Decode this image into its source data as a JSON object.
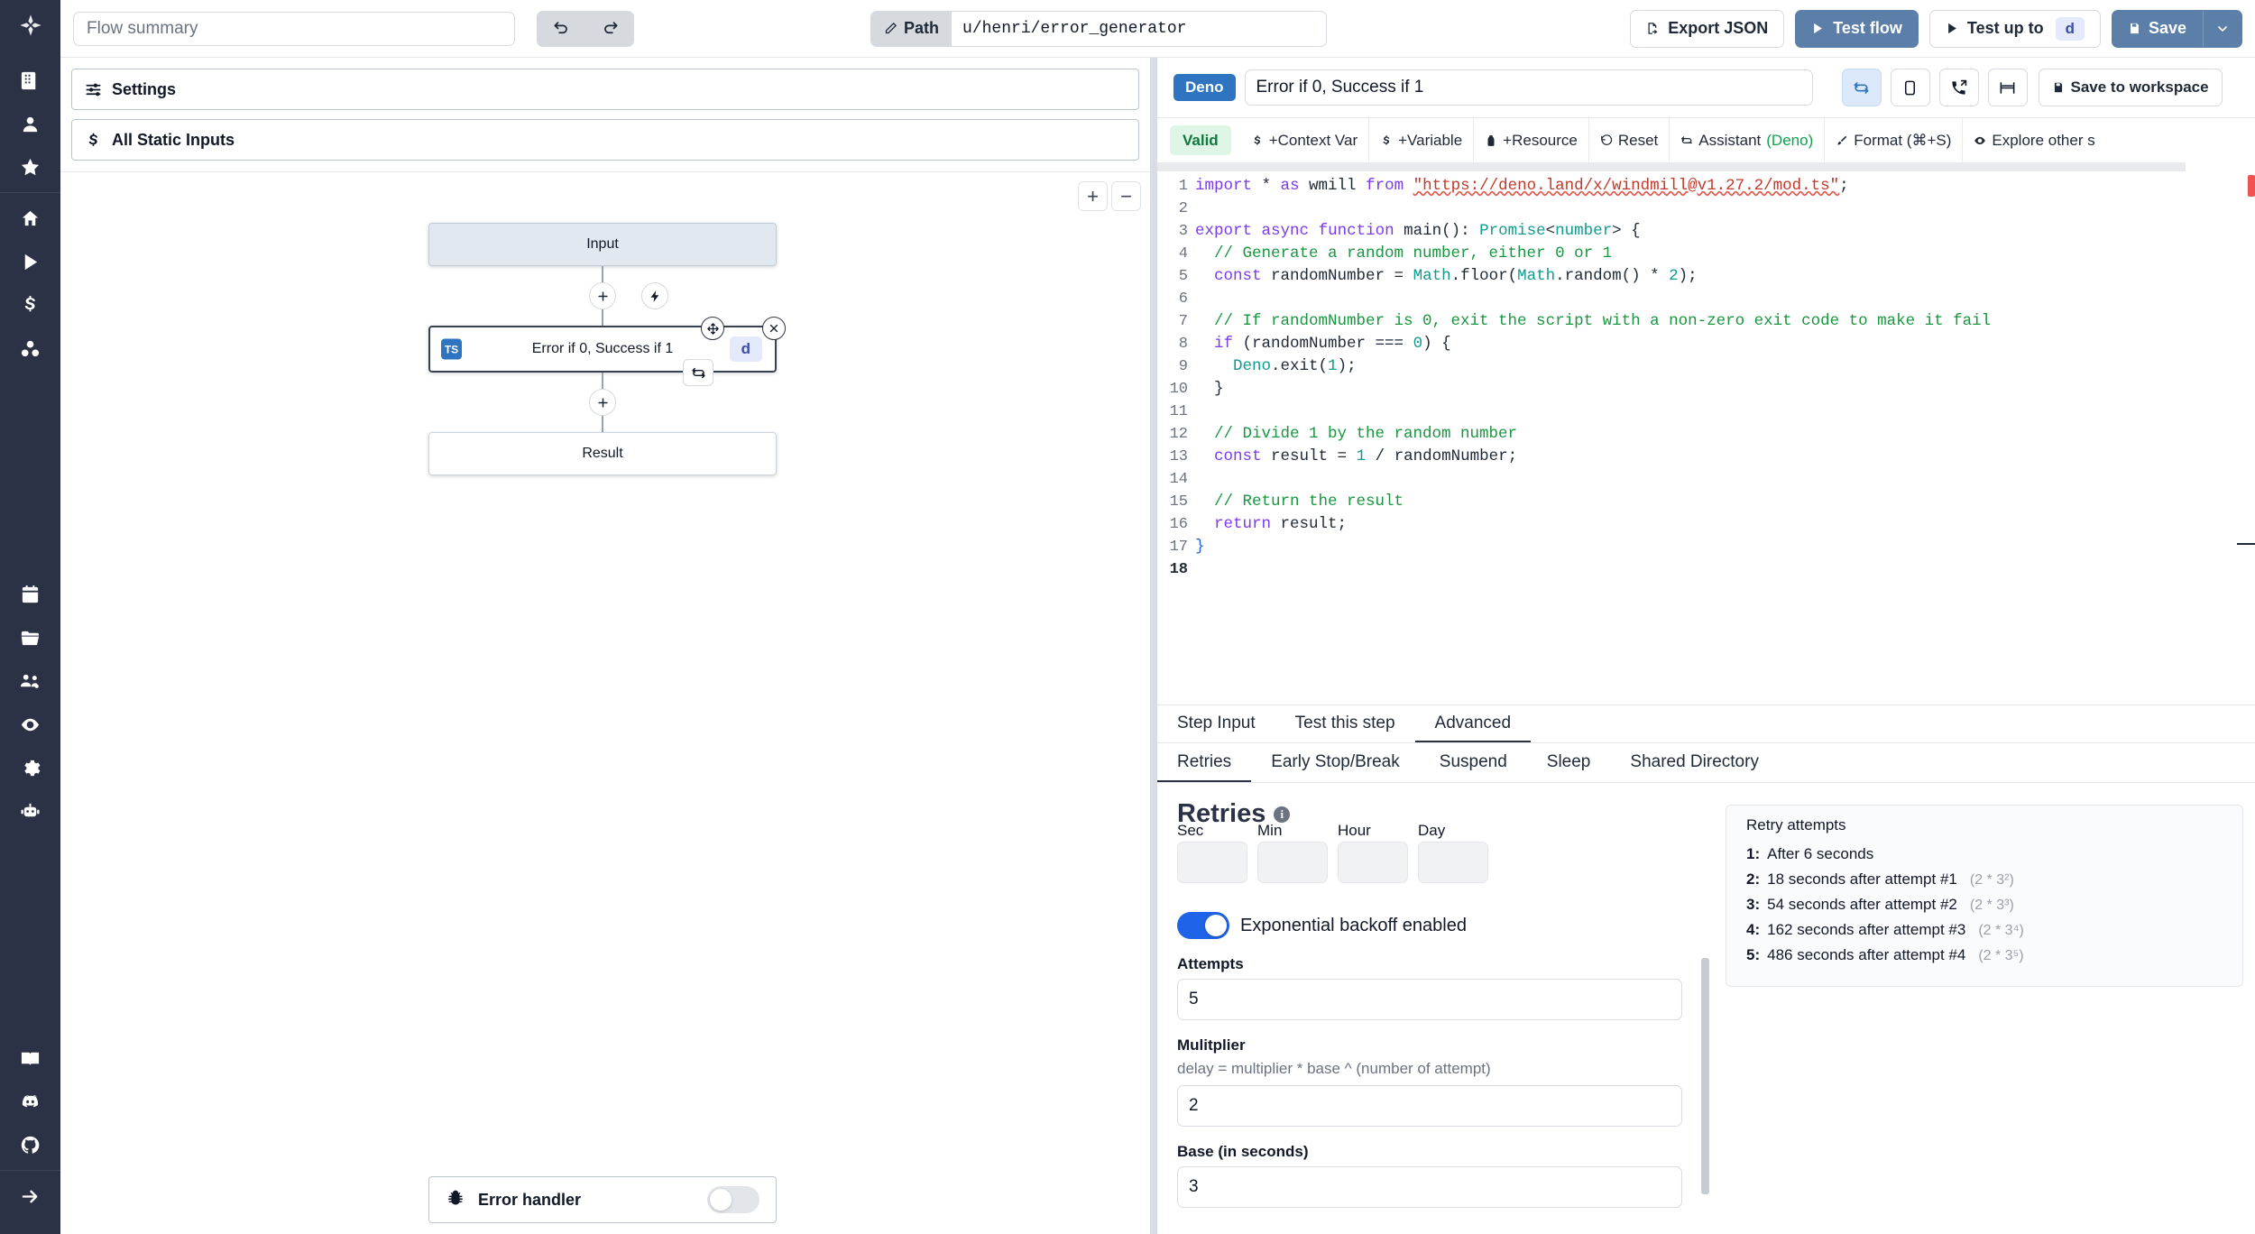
{
  "sidebar": {
    "logo_icon": "windmill-logo-icon",
    "items": [
      {
        "icon": "building-icon",
        "name": "workspace"
      },
      {
        "icon": "user-icon",
        "name": "user"
      },
      {
        "icon": "star-icon",
        "name": "favorites"
      },
      {
        "icon": "home-icon",
        "name": "home"
      },
      {
        "icon": "play-icon",
        "name": "runs"
      },
      {
        "icon": "dollar-icon",
        "name": "variables"
      },
      {
        "icon": "resources-icon",
        "name": "resources"
      },
      {
        "icon": "calendar-icon",
        "name": "schedules"
      },
      {
        "icon": "folder-icon",
        "name": "folders"
      },
      {
        "icon": "groups-icon",
        "name": "groups"
      },
      {
        "icon": "eye-icon",
        "name": "audit-logs"
      },
      {
        "icon": "gear-icon",
        "name": "settings"
      },
      {
        "icon": "robot-icon",
        "name": "workers"
      },
      {
        "icon": "book-icon",
        "name": "docs"
      },
      {
        "icon": "discord-icon",
        "name": "discord"
      },
      {
        "icon": "github-icon",
        "name": "github"
      },
      {
        "icon": "arrow-right-icon",
        "name": "expand-sidebar"
      }
    ]
  },
  "topbar": {
    "flow_summary_placeholder": "Flow summary",
    "flow_summary_value": "",
    "undo_label": "undo",
    "redo_label": "redo",
    "path_label": "Path",
    "path_value": "u/henri/error_generator",
    "export_json": "Export JSON",
    "test_flow": "Test flow",
    "test_up_to": "Test up to",
    "test_up_to_badge": "d",
    "save": "Save"
  },
  "left_panels": {
    "settings": "Settings",
    "all_static_inputs": "All Static Inputs"
  },
  "canvas": {
    "zoom_in": "+",
    "zoom_out": "−",
    "nodes": {
      "input": "Input",
      "step": "Error if 0, Success if 1",
      "step_lang_badge": "TS",
      "step_id_badge": "d",
      "result": "Result"
    },
    "error_handler": {
      "label": "Error handler",
      "enabled": false
    }
  },
  "editor": {
    "language_badge": "Deno",
    "script_name": "Error if 0, Success if 1",
    "header_icons": [
      {
        "name": "retries-icon",
        "active": true
      },
      {
        "name": "stop-icon",
        "active": false
      },
      {
        "name": "suspend-call-icon",
        "active": false
      },
      {
        "name": "shared-directory-icon",
        "active": false
      }
    ],
    "save_to_workspace": "Save to workspace",
    "actions": [
      {
        "label": "Valid",
        "icon": "",
        "kind": "status"
      },
      {
        "label": "+Context Var",
        "icon": "dollar-icon"
      },
      {
        "label": "+Variable",
        "icon": "dollar-icon"
      },
      {
        "label": "+Resource",
        "icon": "resource-icon"
      },
      {
        "label": "Reset",
        "icon": "reset-icon"
      },
      {
        "label": "Assistant",
        "icon": "assistant-icon",
        "suffix": "(Deno)"
      },
      {
        "label": "Format (⌘+S)",
        "icon": "brush-icon"
      },
      {
        "label": "Explore other s",
        "icon": "eye-icon"
      }
    ],
    "code_lines": [
      {
        "n": 1,
        "segs": [
          {
            "t": "import",
            "c": "kw"
          },
          {
            "t": " * ",
            "c": ""
          },
          {
            "t": "as",
            "c": "kw"
          },
          {
            "t": " wmill ",
            "c": ""
          },
          {
            "t": "from",
            "c": "kw"
          },
          {
            "t": " ",
            "c": ""
          },
          {
            "t": "\"https://deno.land/x/windmill@v1.27.2/mod.ts\"",
            "c": "str"
          },
          {
            "t": ";",
            "c": ""
          }
        ]
      },
      {
        "n": 2,
        "segs": []
      },
      {
        "n": 3,
        "segs": [
          {
            "t": "export",
            "c": "kw"
          },
          {
            "t": " ",
            "c": ""
          },
          {
            "t": "async",
            "c": "kw"
          },
          {
            "t": " ",
            "c": ""
          },
          {
            "t": "function",
            "c": "kw"
          },
          {
            "t": " ",
            "c": ""
          },
          {
            "t": "main",
            "c": "fn"
          },
          {
            "t": "(): ",
            "c": ""
          },
          {
            "t": "Promise",
            "c": "ty"
          },
          {
            "t": "<",
            "c": ""
          },
          {
            "t": "number",
            "c": "ty"
          },
          {
            "t": "> {",
            "c": ""
          }
        ]
      },
      {
        "n": 4,
        "segs": [
          {
            "t": "  // Generate a random number, either 0 or 1",
            "c": "cm"
          }
        ]
      },
      {
        "n": 5,
        "segs": [
          {
            "t": "  ",
            "c": ""
          },
          {
            "t": "const",
            "c": "kw"
          },
          {
            "t": " randomNumber = ",
            "c": ""
          },
          {
            "t": "Math",
            "c": "ty"
          },
          {
            "t": ".floor(",
            "c": ""
          },
          {
            "t": "Math",
            "c": "ty"
          },
          {
            "t": ".random() * ",
            "c": ""
          },
          {
            "t": "2",
            "c": "num"
          },
          {
            "t": ");",
            "c": ""
          }
        ]
      },
      {
        "n": 6,
        "segs": []
      },
      {
        "n": 7,
        "segs": [
          {
            "t": "  // If randomNumber is 0, exit the script with a non-zero exit code to make it fail",
            "c": "cm"
          }
        ]
      },
      {
        "n": 8,
        "segs": [
          {
            "t": "  ",
            "c": ""
          },
          {
            "t": "if",
            "c": "kw"
          },
          {
            "t": " (randomNumber === ",
            "c": ""
          },
          {
            "t": "0",
            "c": "num"
          },
          {
            "t": ") {",
            "c": ""
          }
        ]
      },
      {
        "n": 9,
        "segs": [
          {
            "t": "    ",
            "c": ""
          },
          {
            "t": "Deno",
            "c": "ty"
          },
          {
            "t": ".exit(",
            "c": ""
          },
          {
            "t": "1",
            "c": "num"
          },
          {
            "t": ");",
            "c": ""
          }
        ]
      },
      {
        "n": 10,
        "segs": [
          {
            "t": "  }",
            "c": ""
          }
        ]
      },
      {
        "n": 11,
        "segs": []
      },
      {
        "n": 12,
        "segs": [
          {
            "t": "  // Divide 1 by the random number",
            "c": "cm"
          }
        ]
      },
      {
        "n": 13,
        "segs": [
          {
            "t": "  ",
            "c": ""
          },
          {
            "t": "const",
            "c": "kw"
          },
          {
            "t": " result = ",
            "c": ""
          },
          {
            "t": "1",
            "c": "num"
          },
          {
            "t": " / randomNumber;",
            "c": ""
          }
        ]
      },
      {
        "n": 14,
        "segs": []
      },
      {
        "n": 15,
        "segs": [
          {
            "t": "  // Return the result",
            "c": "cm"
          }
        ]
      },
      {
        "n": 16,
        "segs": [
          {
            "t": "  ",
            "c": ""
          },
          {
            "t": "return",
            "c": "kw"
          },
          {
            "t": " result;",
            "c": ""
          }
        ]
      },
      {
        "n": 17,
        "segs": [
          {
            "t": "}",
            "c": "kw2"
          }
        ]
      },
      {
        "n": 18,
        "segs": [],
        "current": true
      }
    ]
  },
  "bottom": {
    "main_tabs": [
      {
        "label": "Step Input",
        "active": false
      },
      {
        "label": "Test this step",
        "active": false
      },
      {
        "label": "Advanced",
        "active": true
      }
    ],
    "sub_tabs": [
      {
        "label": "Retries",
        "active": true
      },
      {
        "label": "Early Stop/Break",
        "active": false
      },
      {
        "label": "Suspend",
        "active": false
      },
      {
        "label": "Sleep",
        "active": false
      },
      {
        "label": "Shared Directory",
        "active": false
      }
    ],
    "retries": {
      "title": "Retries",
      "info_glyph": "i",
      "time_fields": [
        {
          "label": "Sec",
          "value": ""
        },
        {
          "label": "Min",
          "value": ""
        },
        {
          "label": "Hour",
          "value": ""
        },
        {
          "label": "Day",
          "value": ""
        }
      ],
      "backoff_label": "Exponential backoff enabled",
      "backoff_enabled": true,
      "attempts_label": "Attempts",
      "attempts_value": "5",
      "multiplier_label": "Mulitplier",
      "multiplier_help": "delay = multiplier * base ^ (number of attempt)",
      "multiplier_value": "2",
      "base_label": "Base (in seconds)",
      "base_value": "3",
      "attempts_card_title": "Retry attempts",
      "attempts_card_rows": [
        {
          "n": "1:",
          "text": "After 6 seconds",
          "formula": ""
        },
        {
          "n": "2:",
          "text": "18 seconds after attempt #1",
          "formula": "(2 * 3²)"
        },
        {
          "n": "3:",
          "text": "54 seconds after attempt #2",
          "formula": "(2 * 3³)"
        },
        {
          "n": "4:",
          "text": "162 seconds after attempt #3",
          "formula": "(2 * 3⁴)"
        },
        {
          "n": "5:",
          "text": "486 seconds after attempt #4",
          "formula": "(2 * 3⁵)"
        }
      ]
    }
  },
  "colors": {
    "sidebar_bg": "#2b3245",
    "primary": "#5b7fa8",
    "accent_blue": "#2f74c0",
    "valid_green": "#0f7a3d",
    "toggle_on": "#1f63e8"
  }
}
